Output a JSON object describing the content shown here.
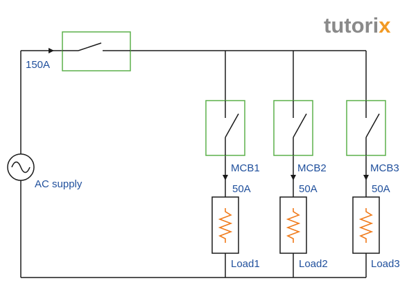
{
  "logo": {
    "text_main": "tutori",
    "text_accent": "x"
  },
  "labels": {
    "main_rating": "150A",
    "source": "AC supply",
    "mcb1": "MCB1",
    "mcb2": "MCB2",
    "mcb3": "MCB3",
    "rating1": "50A",
    "rating2": "50A",
    "rating3": "50A",
    "load1": "Load1",
    "load2": "Load2",
    "load3": "Load3"
  },
  "colors": {
    "wire": "#1a1a1a",
    "breaker_box": "#5cb04a",
    "resistor": "#f07a1a",
    "label_text": "#1f4f9c",
    "logo_gray": "#8a8a8a",
    "logo_orange": "#f29a24"
  }
}
